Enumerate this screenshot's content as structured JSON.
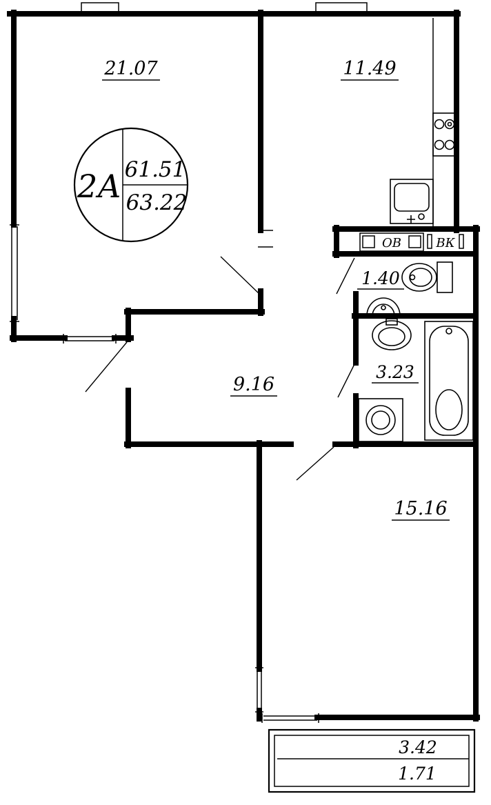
{
  "stamp": {
    "flat_type": "2А",
    "living_area": "61.51",
    "total_area": "63.22"
  },
  "rooms": {
    "living": {
      "area": "21.07"
    },
    "kitchen": {
      "area": "11.49"
    },
    "hall": {
      "area": "9.16"
    },
    "wc": {
      "area": "1.40"
    },
    "bathroom": {
      "area": "3.23"
    },
    "bedroom": {
      "area": "15.16"
    }
  },
  "balcony": {
    "area_total": "3.42",
    "area_counted": "1.71"
  },
  "risers": {
    "heating": "ОВ",
    "water": "ВК"
  },
  "fixtures": [
    "stove",
    "kitchen-sink",
    "toilet",
    "hand-basin",
    "washbasin",
    "washing-machine",
    "bathtub"
  ],
  "colors": {
    "line": "#000000",
    "background": "#ffffff"
  }
}
